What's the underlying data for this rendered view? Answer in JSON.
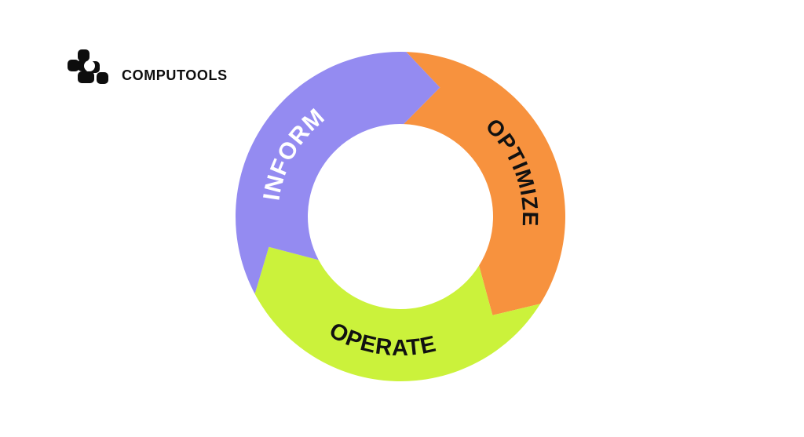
{
  "brand": {
    "name": "COMPUTOOLS",
    "logo_icon": "computools-pixel-mark",
    "color": "#0D0D0D"
  },
  "diagram": {
    "type": "cycle",
    "direction": "clockwise",
    "segments": [
      {
        "label": "INFORM",
        "color": "#948BF1",
        "text_color": "#FFFFFF"
      },
      {
        "label": "OPTIMIZE",
        "color": "#F7923E",
        "text_color": "#111111"
      },
      {
        "label": "OPERATE",
        "color": "#CBF23B",
        "text_color": "#111111"
      }
    ]
  }
}
